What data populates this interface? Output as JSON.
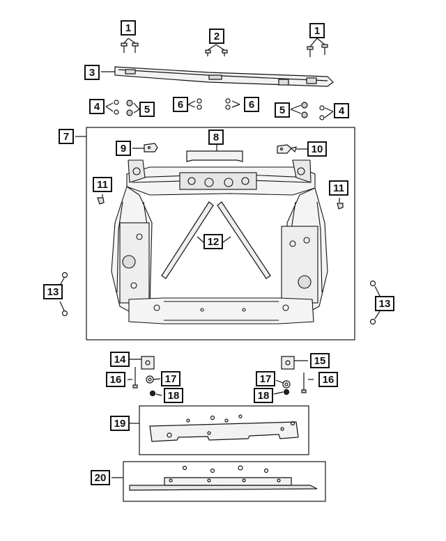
{
  "callouts": [
    {
      "label": "1"
    },
    {
      "label": "2"
    },
    {
      "label": "1"
    },
    {
      "label": "3"
    },
    {
      "label": "4"
    },
    {
      "label": "5"
    },
    {
      "label": "6"
    },
    {
      "label": "6"
    },
    {
      "label": "5"
    },
    {
      "label": "4"
    },
    {
      "label": "7"
    },
    {
      "label": "8"
    },
    {
      "label": "9"
    },
    {
      "label": "10"
    },
    {
      "label": "11"
    },
    {
      "label": "11"
    },
    {
      "label": "12"
    },
    {
      "label": "13"
    },
    {
      "label": "13"
    },
    {
      "label": "14"
    },
    {
      "label": "15"
    },
    {
      "label": "16"
    },
    {
      "label": "17"
    },
    {
      "label": "18"
    },
    {
      "label": "17"
    },
    {
      "label": "18"
    },
    {
      "label": "16"
    },
    {
      "label": "19"
    },
    {
      "label": "20"
    }
  ],
  "colors": {
    "line": "#111111",
    "part_fill": "#e8e8e8",
    "box": "#ffffff"
  }
}
